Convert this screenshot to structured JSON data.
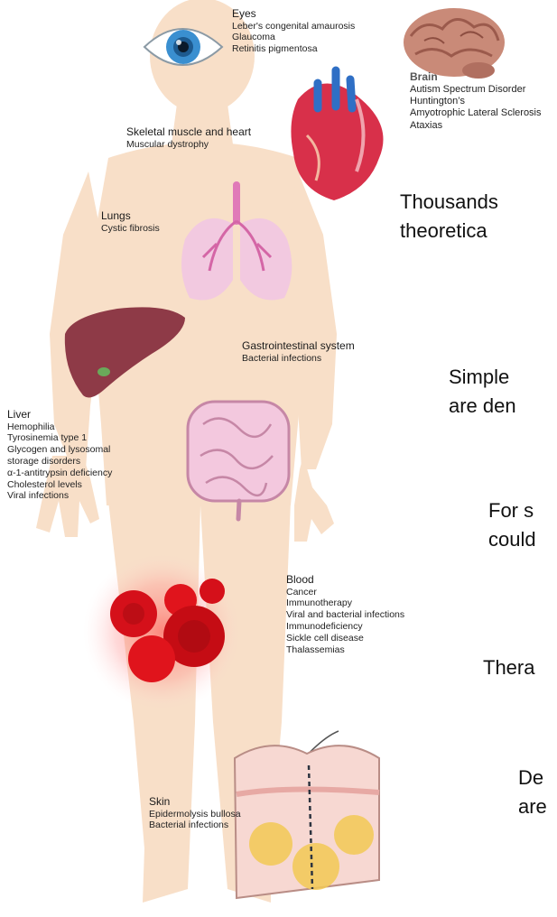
{
  "organs": {
    "eyes": {
      "title": "Eyes",
      "items": [
        "Leber's congenital amaurosis",
        "Glaucoma",
        "Retinitis pigmentosa"
      ]
    },
    "brain": {
      "title": "Brain",
      "items": [
        "Autism Spectrum Disorder",
        "Huntington’s",
        "Amyotrophic Lateral Sclerosis",
        "Ataxias"
      ]
    },
    "skeletal": {
      "title": "Skeletal muscle and heart",
      "items": [
        "Muscular dystrophy"
      ]
    },
    "lungs": {
      "title": "Lungs",
      "items": [
        "Cystic fibrosis"
      ]
    },
    "gi": {
      "title": "Gastrointestinal system",
      "items": [
        "Bacterial infections"
      ]
    },
    "liver": {
      "title": "Liver",
      "items": [
        "Hemophilia",
        "Tyrosinemia type 1",
        "Glycogen and lysosomal",
        "storage disorders",
        "α-1-antitrypsin deficiency",
        "Cholesterol levels",
        "Viral infections"
      ]
    },
    "blood": {
      "title": "Blood",
      "items": [
        "Cancer",
        "Immunotherapy",
        "Viral and bacterial infections",
        "Immunodeficiency",
        "Sickle cell disease",
        "Thalassemias"
      ]
    },
    "skin": {
      "title": "Skin",
      "items": [
        "Epidermolysis bullosa",
        "Bacterial infections"
      ]
    }
  },
  "statements": [
    {
      "lines": [
        "Thousands",
        "theoretica"
      ]
    },
    {
      "lines": [
        "Simple",
        "are den"
      ]
    },
    {
      "lines": [
        "For s",
        "could"
      ]
    },
    {
      "lines": [
        "Thera"
      ]
    },
    {
      "lines": [
        "De",
        "are"
      ]
    }
  ],
  "colors": {
    "skin": "#f8dfc8",
    "liver": "#8e3a47",
    "blood": "#e0141c",
    "heart": "#d8304a",
    "brain": "#c47d6a"
  }
}
